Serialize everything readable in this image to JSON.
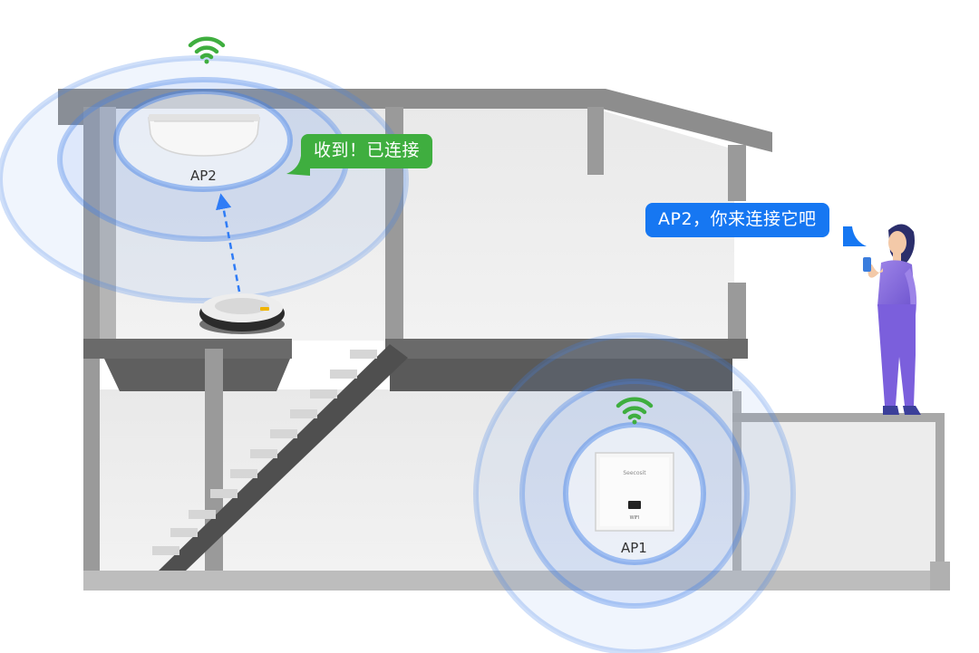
{
  "ap2": {
    "label": "AP2",
    "bubble": "收到！已连接"
  },
  "ap1": {
    "label": "AP1",
    "brand": "Seecosit",
    "model": "WIFI"
  },
  "user": {
    "bubble": "AP2，你来连接它吧"
  },
  "colors": {
    "wifi_green": "#3fae3f",
    "bubble_green": "#3fae3f",
    "bubble_blue": "#1677f2",
    "signal_blue": "#2f7cf6",
    "wall_gray": "#8d8d8d",
    "floor_dark": "#626262",
    "room_light": "#ececec"
  },
  "icons": [
    "wifi-icon",
    "access-point-ceiling",
    "access-point-wall",
    "robot-vacuum",
    "woman-with-phone"
  ]
}
